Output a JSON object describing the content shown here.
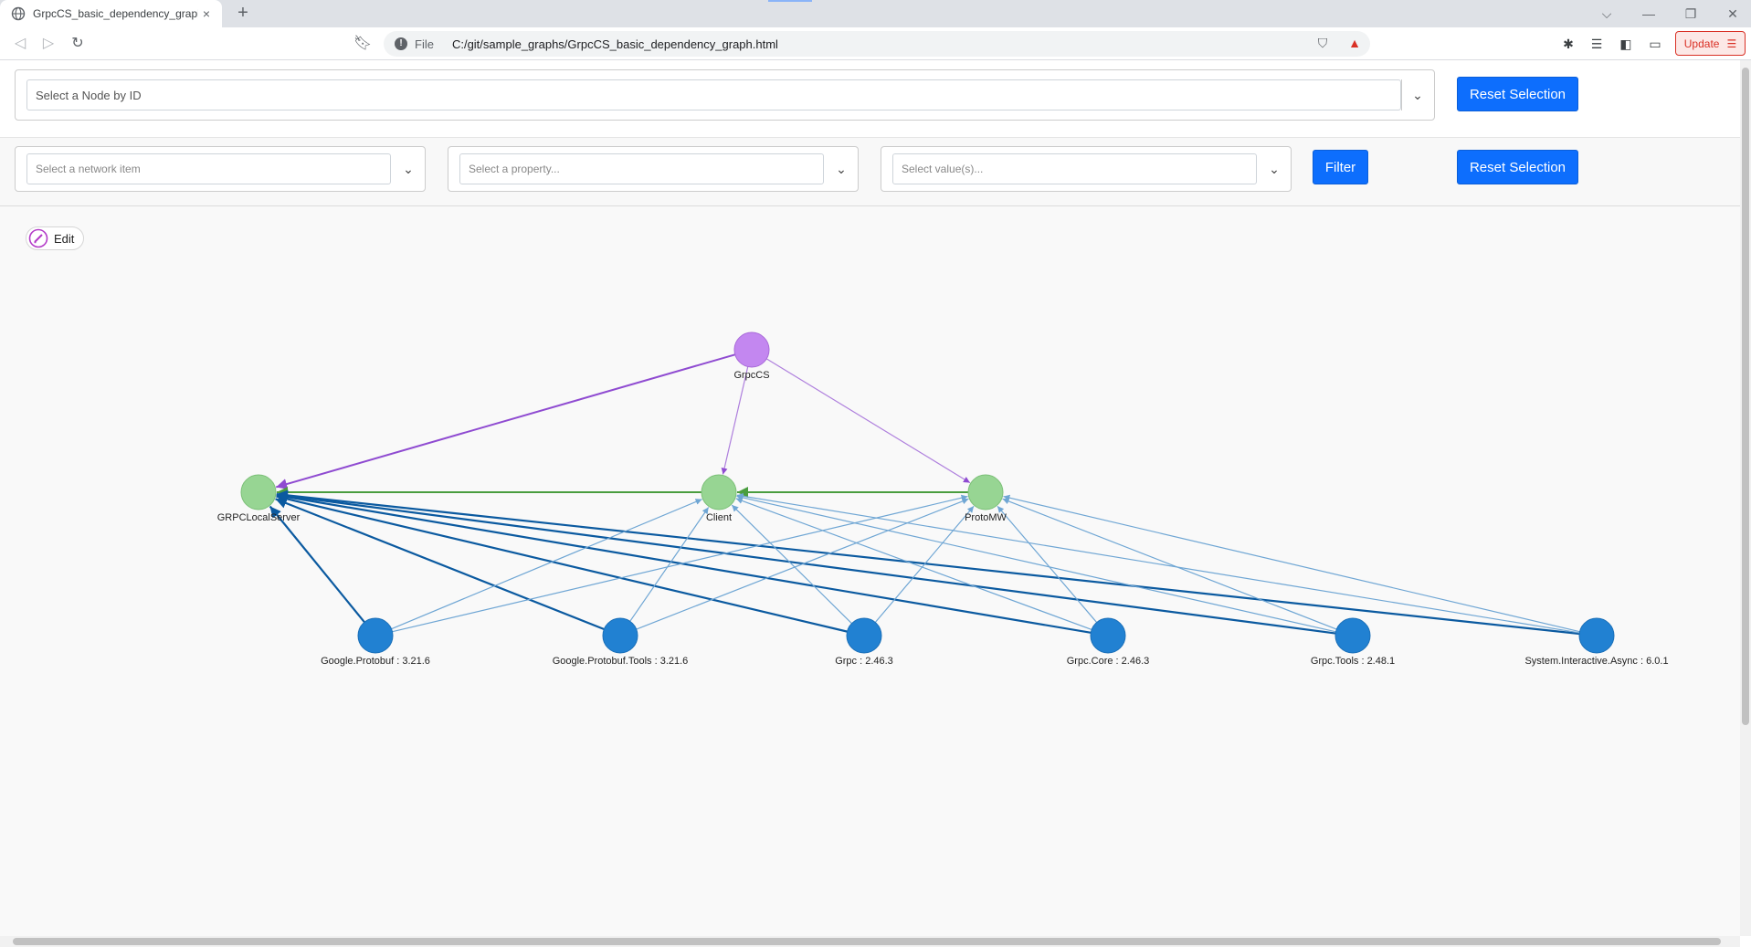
{
  "browser": {
    "tab_title": "GrpcCS_basic_dependency_graph",
    "tab_close": "×",
    "new_tab": "+",
    "address_scheme": "File",
    "address_url": "C:/git/sample_graphs/GrpcCS_basic_dependency_graph.html",
    "update_label": "Update",
    "accent_color": "#d93025"
  },
  "row1": {
    "node_select_placeholder": "Select a Node by ID",
    "reset_label": "Reset Selection"
  },
  "row2": {
    "network_item_placeholder": "Select a network item",
    "property_placeholder": "Select a property...",
    "value_placeholder": "Select value(s)...",
    "filter_label": "Filter",
    "reset_label": "Reset Selection"
  },
  "network": {
    "edit_label": "Edit",
    "colors": {
      "root": "#c387f0",
      "project": "#97d593",
      "package": "#2181d2",
      "edge_root": "#8f4bd1",
      "edge_project": "#4a9d3f",
      "edge_package": "#0b5aa0",
      "edge_package_light": "#6fa6d4"
    },
    "nodes": [
      {
        "id": "grpccs",
        "label": "GrpcCS",
        "group": "root"
      },
      {
        "id": "grpclocalserver",
        "label": "GRPCLocalServer",
        "group": "project"
      },
      {
        "id": "client",
        "label": "Client",
        "group": "project"
      },
      {
        "id": "protomw",
        "label": "ProtoMW",
        "group": "project"
      },
      {
        "id": "protobuf",
        "label": "Google.Protobuf : 3.21.6",
        "group": "package"
      },
      {
        "id": "protobuf-tools",
        "label": "Google.Protobuf.Tools : 3.21.6",
        "group": "package"
      },
      {
        "id": "grpc",
        "label": "Grpc : 2.46.3",
        "group": "package"
      },
      {
        "id": "grpc-core",
        "label": "Grpc.Core : 2.46.3",
        "group": "package"
      },
      {
        "id": "grpc-tools",
        "label": "Grpc.Tools : 2.48.1",
        "group": "package"
      },
      {
        "id": "interactive-async",
        "label": "System.Interactive.Async : 6.0.1",
        "group": "package"
      }
    ],
    "edges": [
      {
        "from": "grpccs",
        "to": "grpclocalserver",
        "style": "root_bold"
      },
      {
        "from": "grpccs",
        "to": "client",
        "style": "root"
      },
      {
        "from": "grpccs",
        "to": "protomw",
        "style": "root"
      },
      {
        "from": "protomw",
        "to": "client",
        "style": "project"
      },
      {
        "from": "client",
        "to": "grpclocalserver",
        "style": "project"
      },
      {
        "from": "protobuf",
        "to": "grpclocalserver",
        "style": "package_bold"
      },
      {
        "from": "protobuf-tools",
        "to": "grpclocalserver",
        "style": "package_bold"
      },
      {
        "from": "grpc",
        "to": "grpclocalserver",
        "style": "package_bold"
      },
      {
        "from": "grpc-core",
        "to": "grpclocalserver",
        "style": "package_bold"
      },
      {
        "from": "grpc-tools",
        "to": "grpclocalserver",
        "style": "package_bold"
      },
      {
        "from": "interactive-async",
        "to": "grpclocalserver",
        "style": "package_bold"
      },
      {
        "from": "protobuf",
        "to": "client",
        "style": "package"
      },
      {
        "from": "protobuf-tools",
        "to": "client",
        "style": "package"
      },
      {
        "from": "grpc",
        "to": "client",
        "style": "package"
      },
      {
        "from": "grpc-core",
        "to": "client",
        "style": "package"
      },
      {
        "from": "grpc-tools",
        "to": "client",
        "style": "package"
      },
      {
        "from": "interactive-async",
        "to": "client",
        "style": "package"
      },
      {
        "from": "protobuf",
        "to": "protomw",
        "style": "package"
      },
      {
        "from": "protobuf-tools",
        "to": "protomw",
        "style": "package"
      },
      {
        "from": "grpc",
        "to": "protomw",
        "style": "package"
      },
      {
        "from": "grpc-core",
        "to": "protomw",
        "style": "package"
      },
      {
        "from": "grpc-tools",
        "to": "protomw",
        "style": "package"
      },
      {
        "from": "interactive-async",
        "to": "protomw",
        "style": "package"
      }
    ]
  }
}
